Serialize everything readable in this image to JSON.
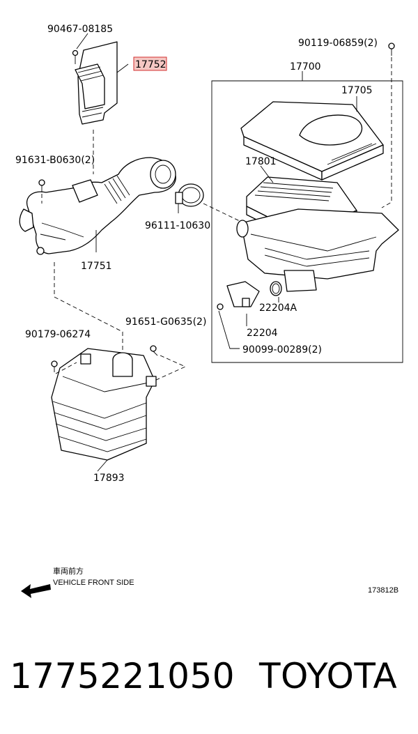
{
  "diagram": {
    "labels": {
      "p90467": "90467-08185",
      "p17752": "17752",
      "p90119": "90119-06859(2)",
      "p17700": "17700",
      "p17705": "17705",
      "p91631": "91631-B0630(2)",
      "p17801": "17801",
      "p96111": "96111-10630",
      "p17751": "17751",
      "p22204A": "22204A",
      "p91651": "91651-G0635(2)",
      "p90179": "90179-06274",
      "p22204": "22204",
      "p90099": "90099-00289(2)",
      "p17893": "17893"
    },
    "direction_jp": "車両前方",
    "direction_en": "VEHICLE FRONT SIDE",
    "figure_ref": "173812B",
    "highlight_color": "#f4c7c3",
    "highlight_border": "#d32f2f"
  },
  "footer": {
    "part_number": "1775221050",
    "brand": "TOYOTA"
  }
}
